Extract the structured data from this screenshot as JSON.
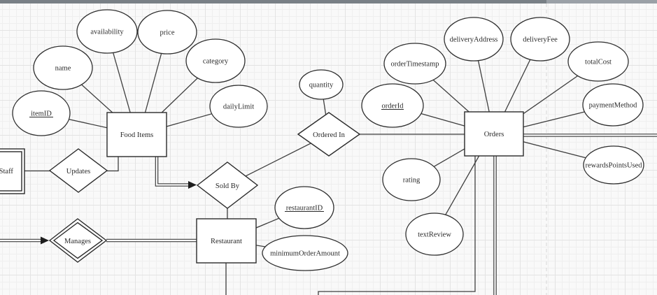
{
  "diagram": {
    "type": "entity-relationship",
    "entities": [
      {
        "id": "restaurant-staff",
        "label": "Restaurant Staff",
        "weak": true,
        "note": "partially off-canvas left"
      },
      {
        "id": "food-items",
        "label": "Food Items",
        "weak": false
      },
      {
        "id": "orders",
        "label": "Orders",
        "weak": false
      },
      {
        "id": "restaurant",
        "label": "Restaurant",
        "weak": false
      }
    ],
    "relationships": [
      {
        "id": "updates",
        "label": "Updates",
        "identifying": false
      },
      {
        "id": "manages",
        "label": "Manages",
        "identifying": true
      },
      {
        "id": "sold-by",
        "label": "Sold By",
        "identifying": false
      },
      {
        "id": "ordered-in",
        "label": "Ordered In",
        "identifying": false
      }
    ],
    "attributes": [
      {
        "id": "item-id",
        "label": "itemID",
        "entity": "Food Items",
        "primary_key": true
      },
      {
        "id": "name",
        "label": "name",
        "entity": "Food Items",
        "primary_key": false
      },
      {
        "id": "availability",
        "label": "availability",
        "entity": "Food Items",
        "primary_key": false
      },
      {
        "id": "price",
        "label": "price",
        "entity": "Food Items",
        "primary_key": false
      },
      {
        "id": "category",
        "label": "category",
        "entity": "Food Items",
        "primary_key": false
      },
      {
        "id": "daily-limit",
        "label": "dailyLimit",
        "entity": "Food Items",
        "primary_key": false
      },
      {
        "id": "quantity",
        "label": "quantity",
        "entity": "Ordered In",
        "primary_key": false
      },
      {
        "id": "order-timestamp",
        "label": "orderTimestamp",
        "entity": "Orders",
        "primary_key": false
      },
      {
        "id": "order-id",
        "label": "orderId",
        "entity": "Orders",
        "primary_key": true
      },
      {
        "id": "delivery-address",
        "label": "deliveryAddress",
        "entity": "Orders",
        "primary_key": false
      },
      {
        "id": "delivery-fee",
        "label": "deliveryFee",
        "entity": "Orders",
        "primary_key": false
      },
      {
        "id": "total-cost",
        "label": "totalCost",
        "entity": "Orders",
        "primary_key": false
      },
      {
        "id": "payment-method",
        "label": "paymentMethod",
        "entity": "Orders",
        "primary_key": false
      },
      {
        "id": "rewards-points-used",
        "label": "rewardsPointsUsed",
        "entity": "Orders",
        "primary_key": false
      },
      {
        "id": "rating",
        "label": "rating",
        "entity": "Orders",
        "primary_key": false
      },
      {
        "id": "text-review",
        "label": "textReview",
        "entity": "Orders",
        "primary_key": false
      },
      {
        "id": "restaurant-id",
        "label": "restaurantID",
        "entity": "Restaurant",
        "primary_key": true
      },
      {
        "id": "minimum-order-amount",
        "label": "minimumOrderAmount",
        "entity": "Restaurant",
        "primary_key": false
      }
    ],
    "connections": [
      {
        "from": "Restaurant Staff",
        "to": "Updates",
        "style": "single"
      },
      {
        "from": "Updates",
        "to": "Food Items",
        "style": "single"
      },
      {
        "from": "Food Items",
        "to": "Sold By",
        "style": "double",
        "arrow": true
      },
      {
        "from": "Sold By",
        "to": "Ordered In",
        "style": "single"
      },
      {
        "from": "Ordered In",
        "to": "Orders",
        "style": "single"
      },
      {
        "from": "Sold By",
        "to": "Restaurant",
        "style": "single"
      },
      {
        "from": "off-canvas-left",
        "to": "Manages",
        "style": "double",
        "arrow": true
      },
      {
        "from": "Manages",
        "to": "Restaurant",
        "style": "double"
      },
      {
        "from": "Orders",
        "to": "off-canvas-right",
        "style": "double"
      },
      {
        "from": "Orders",
        "to": "off-canvas-bottom",
        "style": "double"
      },
      {
        "from": "Orders",
        "to": "off-canvas-bottom-left",
        "style": "single-elbow"
      },
      {
        "from": "Restaurant",
        "to": "off-canvas-bottom",
        "style": "single"
      }
    ],
    "colors": {
      "shape_fill": "#ffffff",
      "shape_stroke": "#2b2b2b",
      "canvas_bg": "#f9f9f9",
      "grid_minor": "#efefef",
      "grid_major": "#e3e3e3",
      "page_guide": "#d6d6d6",
      "scrollbar_thumb": "#798086",
      "scrollbar_track": "#9ba1a7"
    }
  }
}
